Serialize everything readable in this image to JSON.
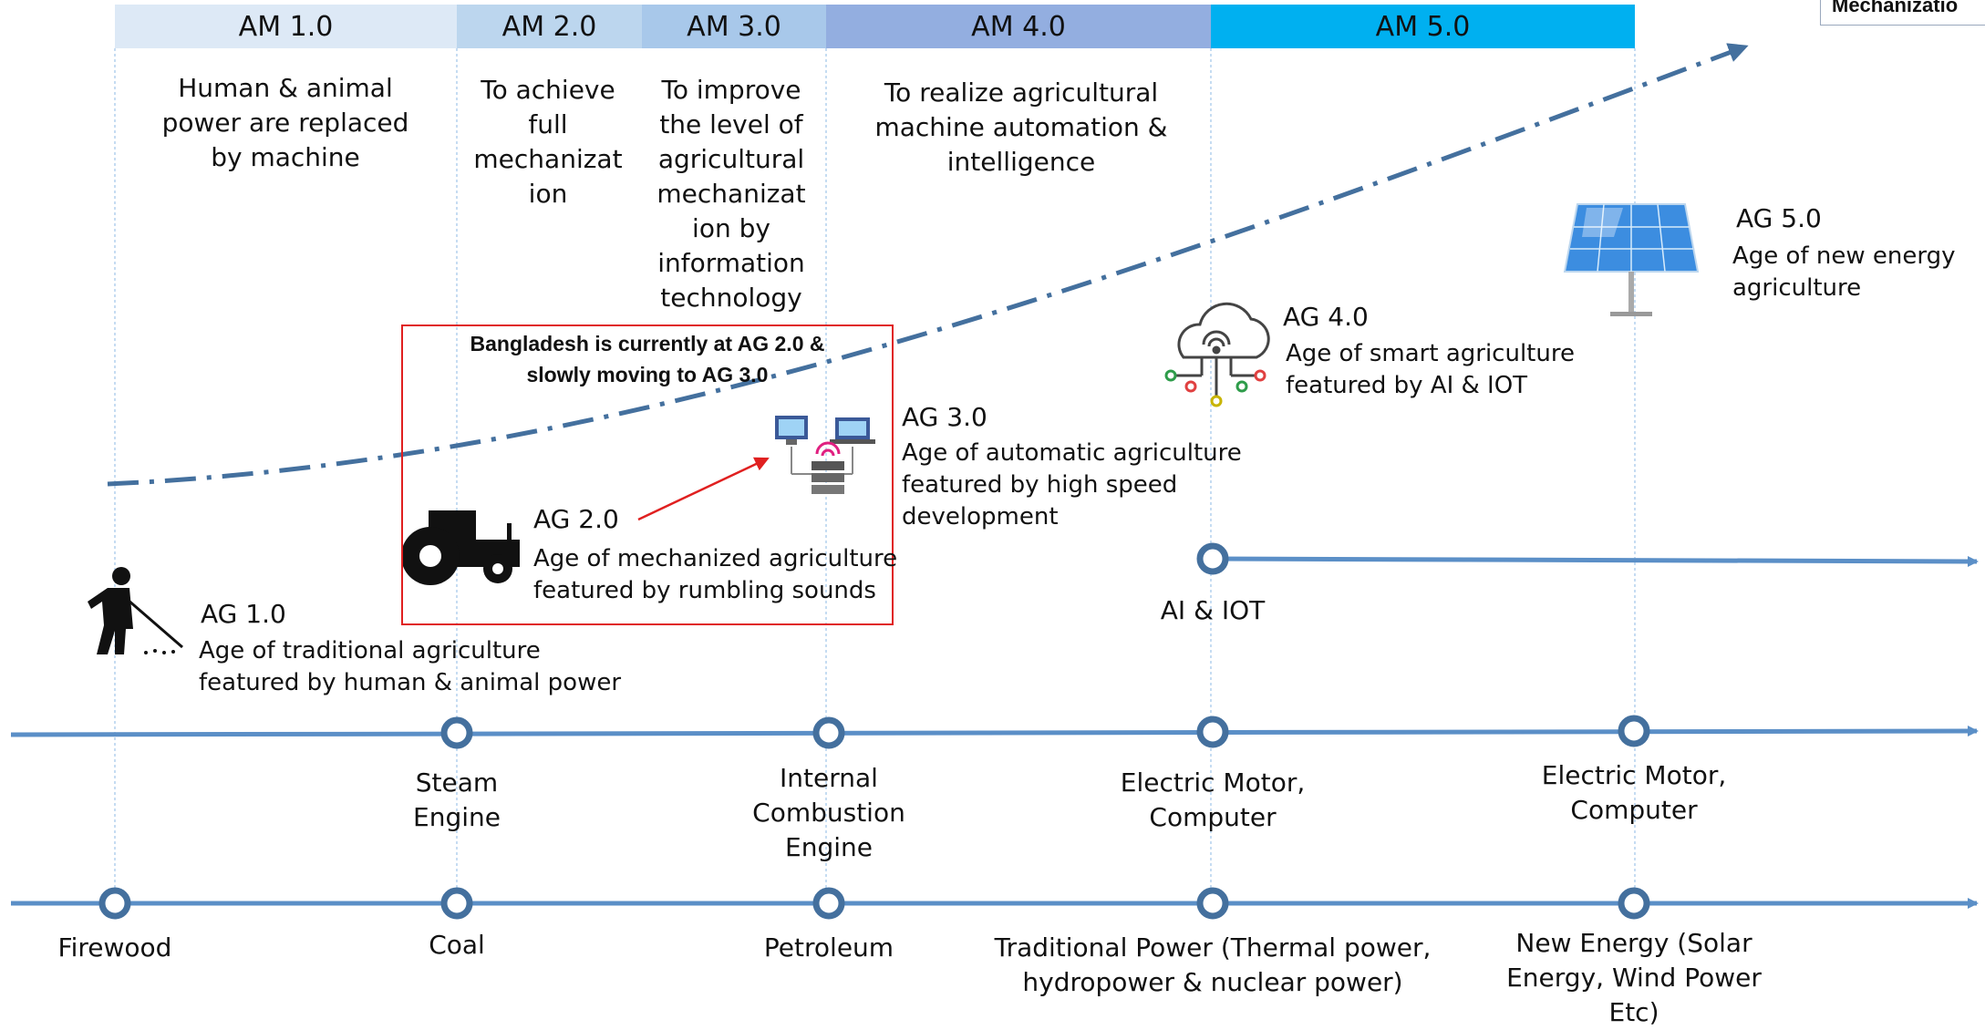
{
  "bands": [
    {
      "label": "AM 1.0",
      "color": "#dde9f6"
    },
    {
      "label": "AM 2.0",
      "color": "#bcd6ee"
    },
    {
      "label": "AM 3.0",
      "color": "#a8c8ea"
    },
    {
      "label": "AM 4.0",
      "color": "#93aee0"
    },
    {
      "label": "AM 5.0",
      "color": "#00b0f0"
    }
  ],
  "top_right_label": "Mechanizatio",
  "am_descriptions": [
    "Human & animal\npower are replaced\nby machine",
    "To achieve\nfull\nmechanizat\nion",
    "To improve\nthe level of\nagricultural\nmechanizat\nion by\ninformation\ntechnology",
    "To realize agricultural\nmachine automation &\nintelligence"
  ],
  "callout": "Bangladesh is currently at AG 2.0 &\nslowly moving to AG 3.0",
  "ages": [
    {
      "title": "AG 1.0",
      "desc": "Age of traditional agriculture\nfeatured by human & animal power"
    },
    {
      "title": "AG 2.0",
      "desc": "Age of mechanized agriculture\nfeatured by rumbling sounds"
    },
    {
      "title": "AG 3.0",
      "desc": "Age of automatic agriculture\nfeatured by high speed\ndevelopment"
    },
    {
      "title": "AG 4.0",
      "desc": "Age of smart agriculture\nfeatured by AI & IOT"
    },
    {
      "title": "AG 5.0",
      "desc": "Age of new energy\nagriculture"
    }
  ],
  "ai_iot_label": "AI & IOT",
  "power_labels": [
    "Steam\nEngine",
    "Internal\nCombustion\nEngine",
    "Electric Motor,\nComputer",
    "Electric Motor,\nComputer"
  ],
  "energy_labels": [
    "Firewood",
    "Coal",
    "Petroleum",
    "Traditional Power (Thermal power,\nhydropower & nuclear power)",
    "New Energy (Solar\nEnergy, Wind Power\nEtc)"
  ],
  "colors": {
    "timeline": "#5b8fc7",
    "node": "#44709e",
    "trend": "#44709e",
    "callout_border": "#e02020"
  }
}
